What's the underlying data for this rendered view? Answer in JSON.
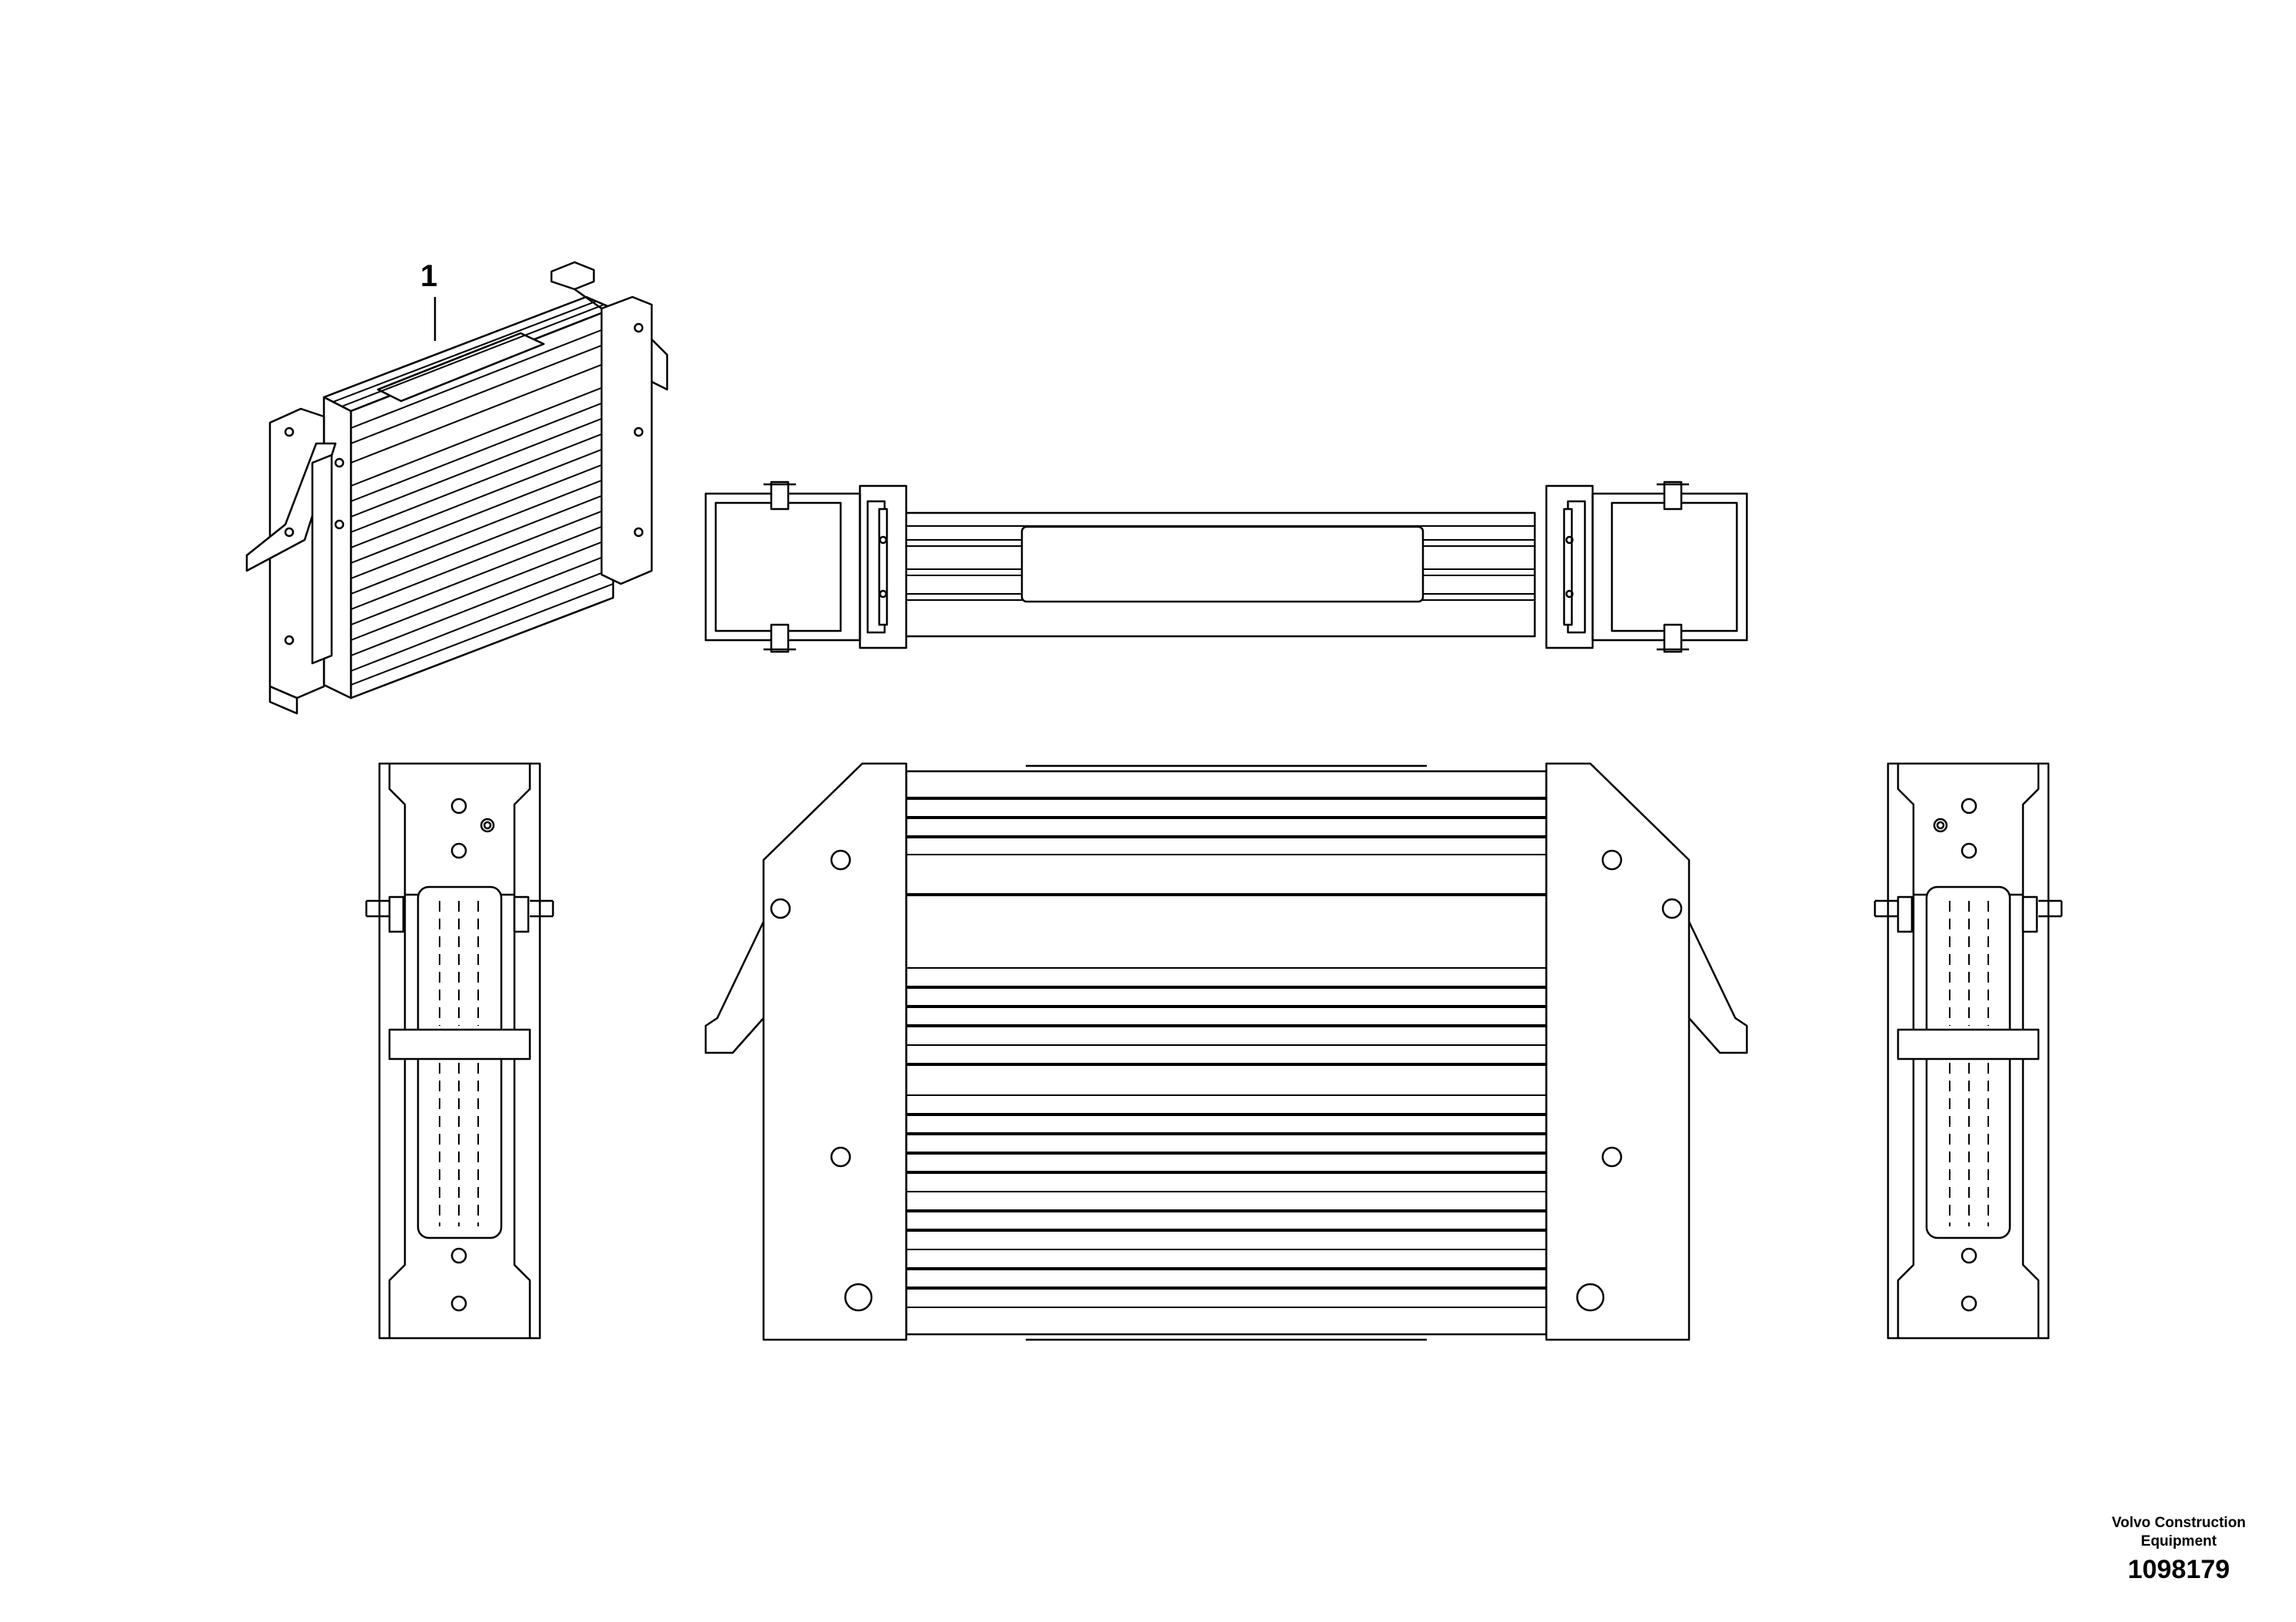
{
  "callouts": [
    {
      "number": "1"
    }
  ],
  "footer": {
    "publisher_line1": "Volvo Construction",
    "publisher_line2": "Equipment",
    "drawing_number": "1098179"
  },
  "line_color": "#000000",
  "background_color": "#ffffff"
}
